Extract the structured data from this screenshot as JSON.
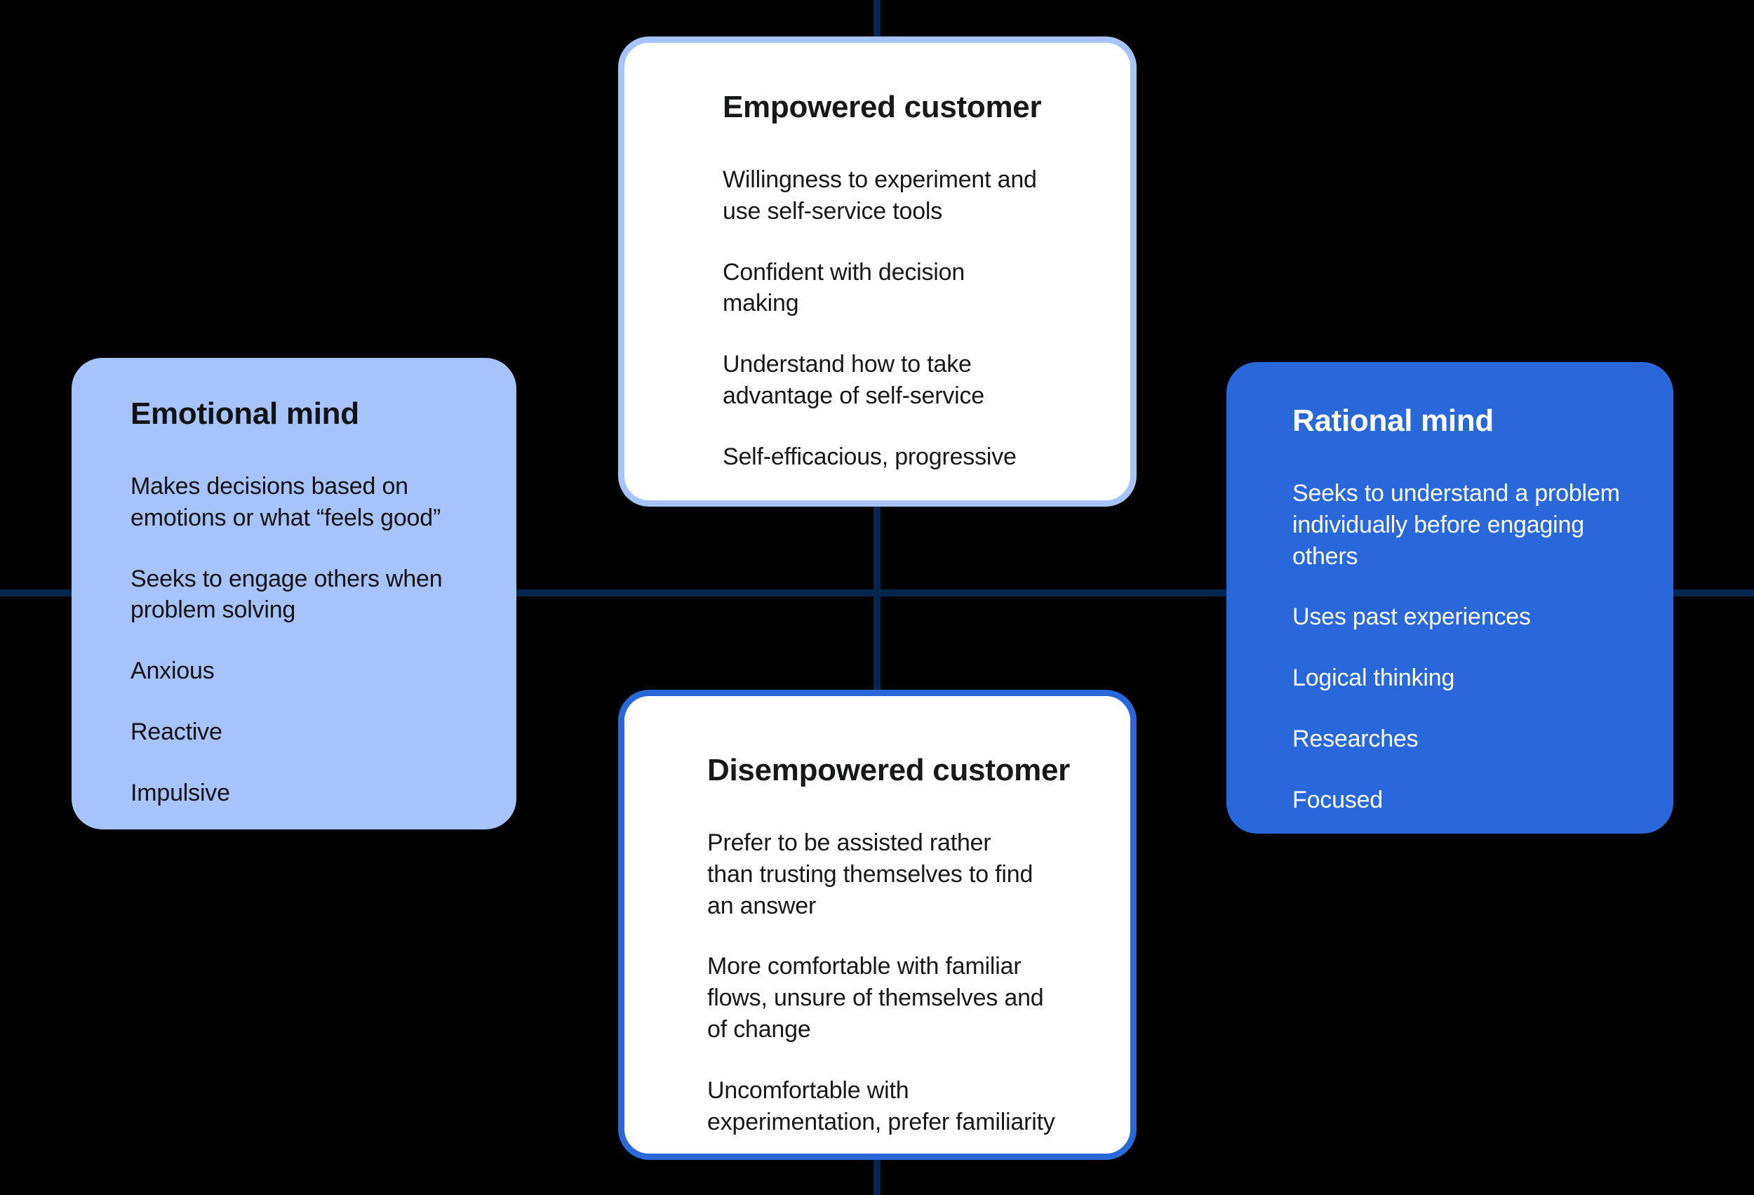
{
  "diagram": {
    "type": "quadrant-diagram",
    "colors": {
      "background": "#000000",
      "axis_line": "#03264F",
      "light_blue": "#A6C4FB",
      "blue": "#2A68DA",
      "card_background": "#FFFFFF",
      "dark_text": "#17181A",
      "light_text": "#FFFFFF"
    }
  },
  "cards": {
    "top": {
      "title": "Empowered customer",
      "items": [
        "Willingness to experiment and\nuse self-service tools",
        "Confident with decision\nmaking",
        "Understand how to take\nadvantage of self-service",
        "Self-efficacious, progressive"
      ]
    },
    "left": {
      "title": "Emotional mind",
      "items": [
        "Makes decisions based on\nemotions or what “feels good”",
        "Seeks to engage others when\nproblem solving",
        "Anxious",
        "Reactive",
        "Impulsive"
      ]
    },
    "right": {
      "title": "Rational mind",
      "items": [
        "Seeks to understand a problem\nindividually before engaging\nothers",
        "Uses past experiences",
        "Logical thinking",
        "Researches",
        "Focused"
      ]
    },
    "bottom": {
      "title": "Disempowered customer",
      "items": [
        "Prefer to be assisted rather\nthan trusting themselves to find\nan answer",
        "More comfortable with familiar\nflows, unsure of themselves and\nof change",
        "Uncomfortable with\nexperimentation, prefer familiarity"
      ]
    }
  }
}
